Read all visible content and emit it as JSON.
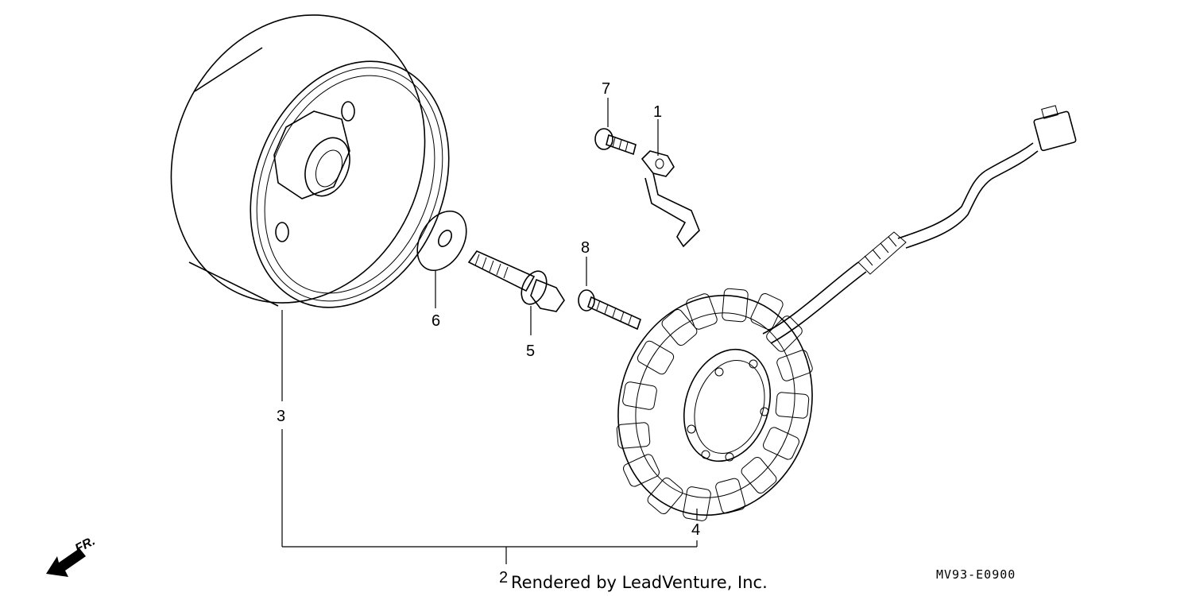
{
  "callouts": {
    "c1": "1",
    "c2": "2",
    "c3": "3",
    "c4": "4",
    "c5": "5",
    "c6": "6",
    "c7": "7",
    "c8": "8"
  },
  "direction_label": "FR.",
  "watermark": "Rendered by LeadVenture, Inc.",
  "diagram_code": "MV93-E0900"
}
